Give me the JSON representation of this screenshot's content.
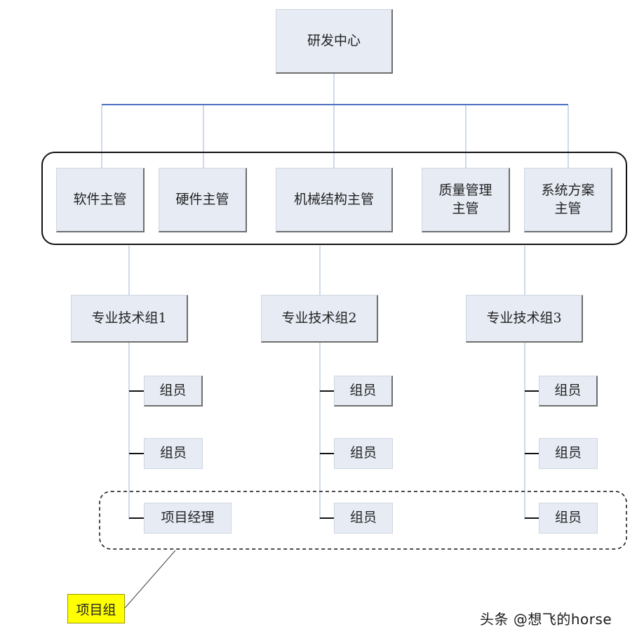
{
  "center": "研发中心",
  "managers": {
    "software": "软件主管",
    "hardware": "硬件主管",
    "mechanical": "机械结构主管",
    "quality": "质量管理\n主管",
    "system": "系统方案\n主管"
  },
  "groups": [
    "专业技术组1",
    "专业技术组2",
    "专业技术组3"
  ],
  "group1_members": [
    "组员",
    "组员",
    "项目经理"
  ],
  "group2_members": [
    "组员",
    "组员",
    "组员"
  ],
  "group3_members": [
    "组员",
    "组员",
    "组员"
  ],
  "callout": "项目组",
  "watermark": "头条 @想飞的horse",
  "colors": {
    "box_fill": "#e6ebf4",
    "top_connector": "#4a6fc4",
    "thin_connector": "#9fb4d2",
    "callout_fill": "#ffff00"
  }
}
